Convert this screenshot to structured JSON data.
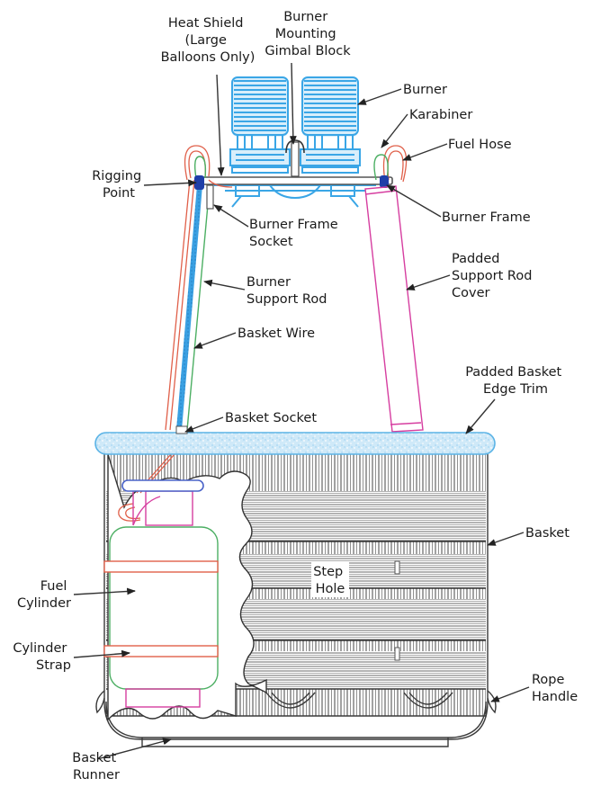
{
  "diagram": {
    "title": "Hot Air Balloon Basket and Burner Assembly",
    "colors": {
      "burner": "#3aa6e6",
      "fuel_hose": "#e0604a",
      "karabiner": "#4caf63",
      "padded_cover": "#d63ea0",
      "rigging_point": "#1f3ea8",
      "edge_trim": "#cfe9f8",
      "cylinder_valve_ring": "#4a63c8"
    },
    "labels": {
      "heat_shield": [
        "Heat Shield",
        "(Large",
        "Balloons Only)"
      ],
      "gimbal_block": [
        "Burner",
        "Mounting",
        "Gimbal Block"
      ],
      "burner": [
        "Burner"
      ],
      "karabiner": [
        "Karabiner"
      ],
      "fuel_hose": [
        "Fuel Hose"
      ],
      "rigging_point": [
        "Rigging",
        "Point"
      ],
      "burner_frame_socket": [
        "Burner Frame",
        "Socket"
      ],
      "burner_frame": [
        "Burner Frame"
      ],
      "burner_support_rod": [
        "Burner",
        "Support Rod"
      ],
      "padded_support_rod_cover": [
        "Padded",
        "Support Rod",
        "Cover"
      ],
      "basket_wire": [
        "Basket Wire"
      ],
      "padded_basket_edge_trim": [
        "Padded Basket",
        "Edge Trim"
      ],
      "basket_socket": [
        "Basket Socket"
      ],
      "basket": [
        "Basket"
      ],
      "step_hole": [
        "Step",
        "Hole"
      ],
      "fuel_cylinder": [
        "Fuel",
        "Cylinder"
      ],
      "cylinder_strap": [
        "Cylinder",
        "Strap"
      ],
      "rope_handle": [
        "Rope",
        "Handle"
      ],
      "basket_runner": [
        "Basket",
        "Runner"
      ]
    }
  }
}
